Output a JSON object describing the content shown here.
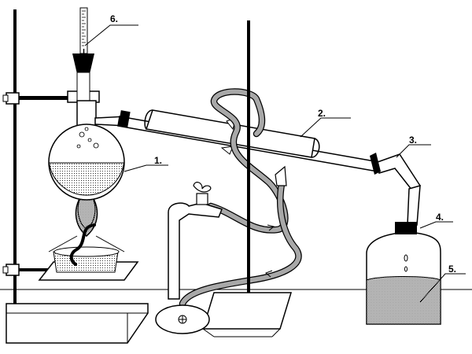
{
  "labels": {
    "flask": "1.",
    "condenser": "2.",
    "adapter": "3.",
    "receiver": "4.",
    "distillate": "5.",
    "thermometer": "6."
  },
  "colors": {
    "line": "#000000",
    "background": "#ffffff",
    "hose": "#a8a8a8"
  }
}
